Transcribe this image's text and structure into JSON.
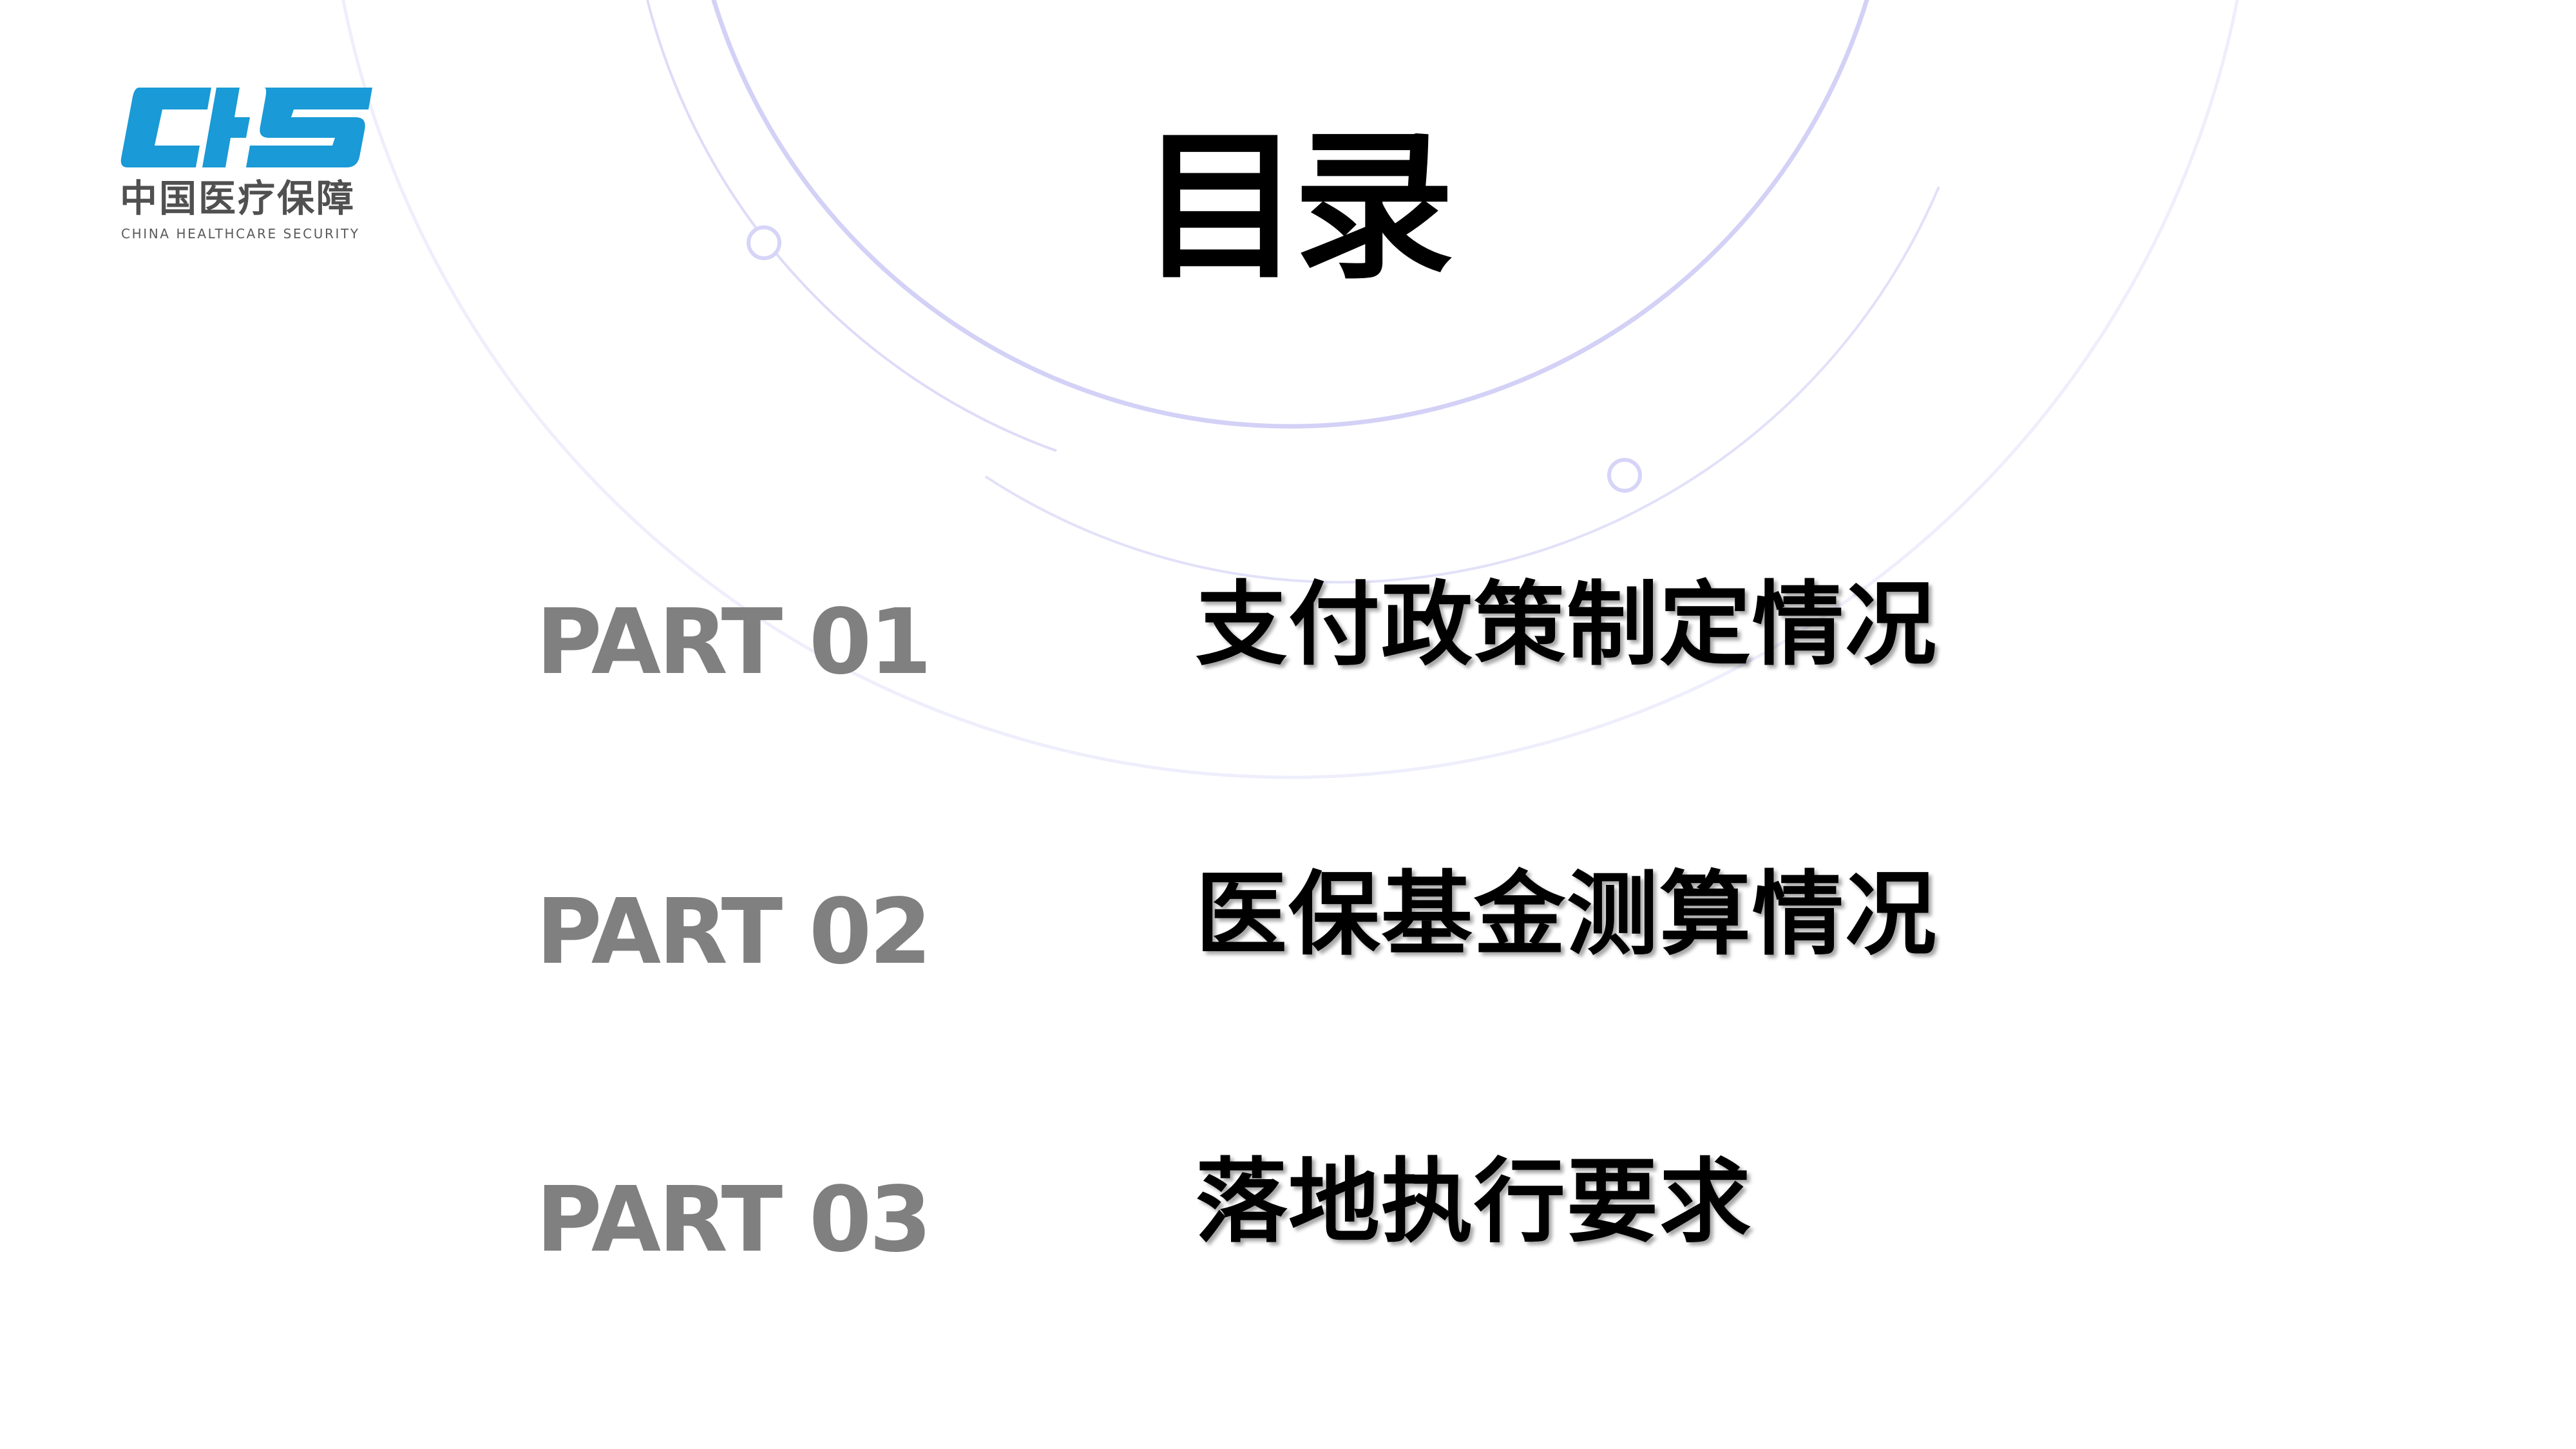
{
  "logo": {
    "mark_text": "CHS",
    "name_cn": "中国医疗保障",
    "name_en": "CHINA HEALTHCARE SECURITY",
    "brand_color": "#1a9ad6",
    "text_color": "#505050"
  },
  "title": "目录",
  "toc": [
    {
      "part": "PART 01",
      "heading": "支付政策制定情况"
    },
    {
      "part": "PART 02",
      "heading": "医保基金测算情况"
    },
    {
      "part": "PART 03",
      "heading": "落地执行要求"
    }
  ],
  "colors": {
    "background": "#ffffff",
    "part_label": "#808080",
    "heading": "#000000",
    "arc_strong": "#d2d0f6",
    "arc_light": "#e6e5fb",
    "arc_faint": "#efeffd"
  }
}
